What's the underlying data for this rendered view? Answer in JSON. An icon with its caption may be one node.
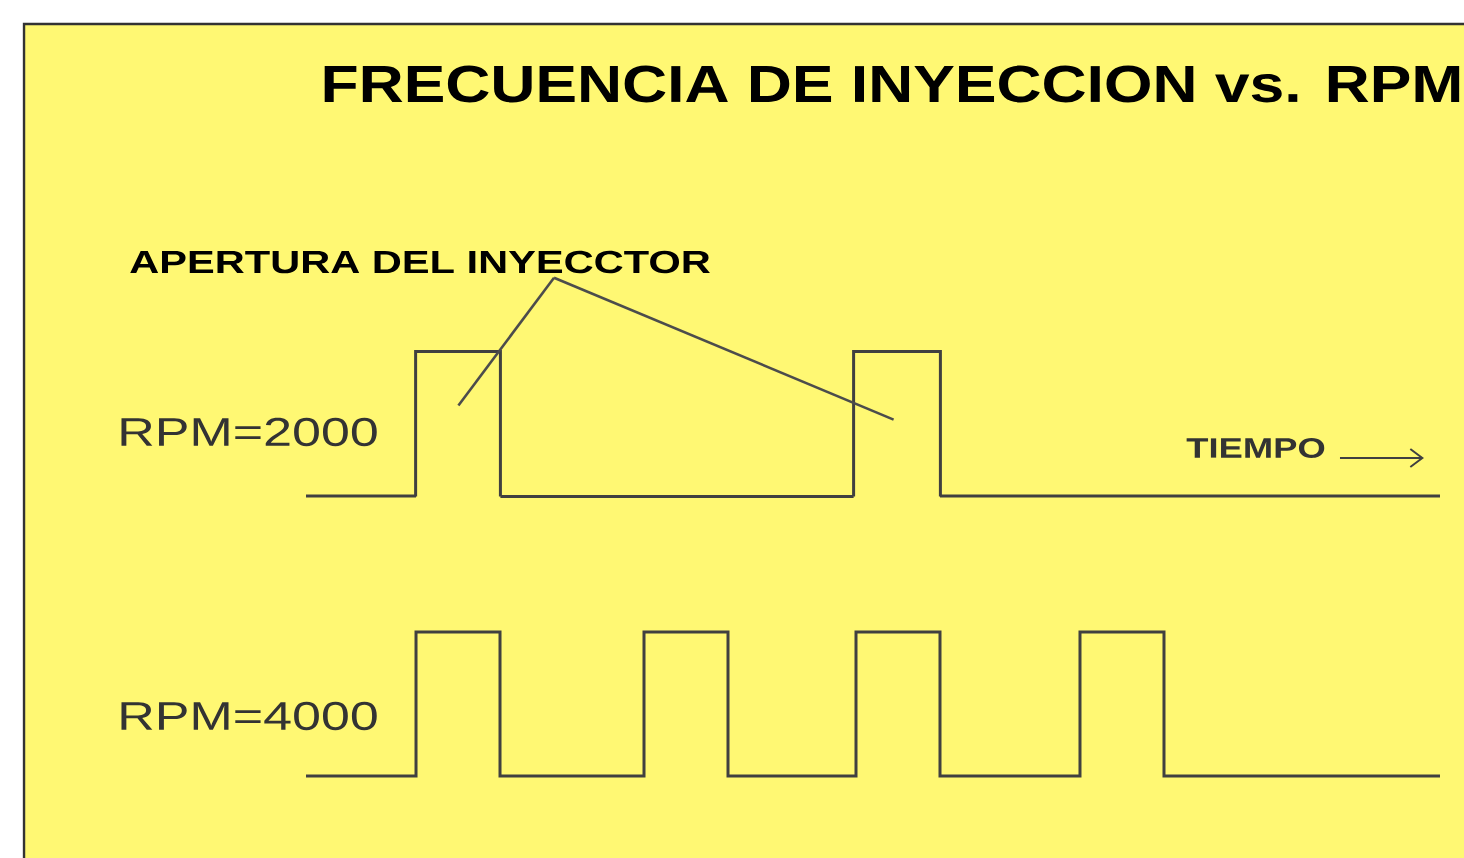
{
  "diagram": {
    "title": "FRECUENCIA DE INYECCION vs. RPM",
    "nodes": [
      {
        "text": [
          "APERTURA DEL INYECCTOR"
        ]
      },
      {
        "text": [],
        "shape": "box"
      },
      {
        "text": [],
        "shape": "box"
      }
    ],
    "edges": [
      {
        "from": 0,
        "to": 1,
        "arrow": "none"
      },
      {
        "from": 0,
        "to": 2,
        "arrow": "none"
      },
      {
        "from": 1,
        "to": 2,
        "arrow": "none"
      }
    ],
    "labels": [
      "RPM=2000",
      "TIEMPO",
      "RPM=4000"
    ]
  }
}
